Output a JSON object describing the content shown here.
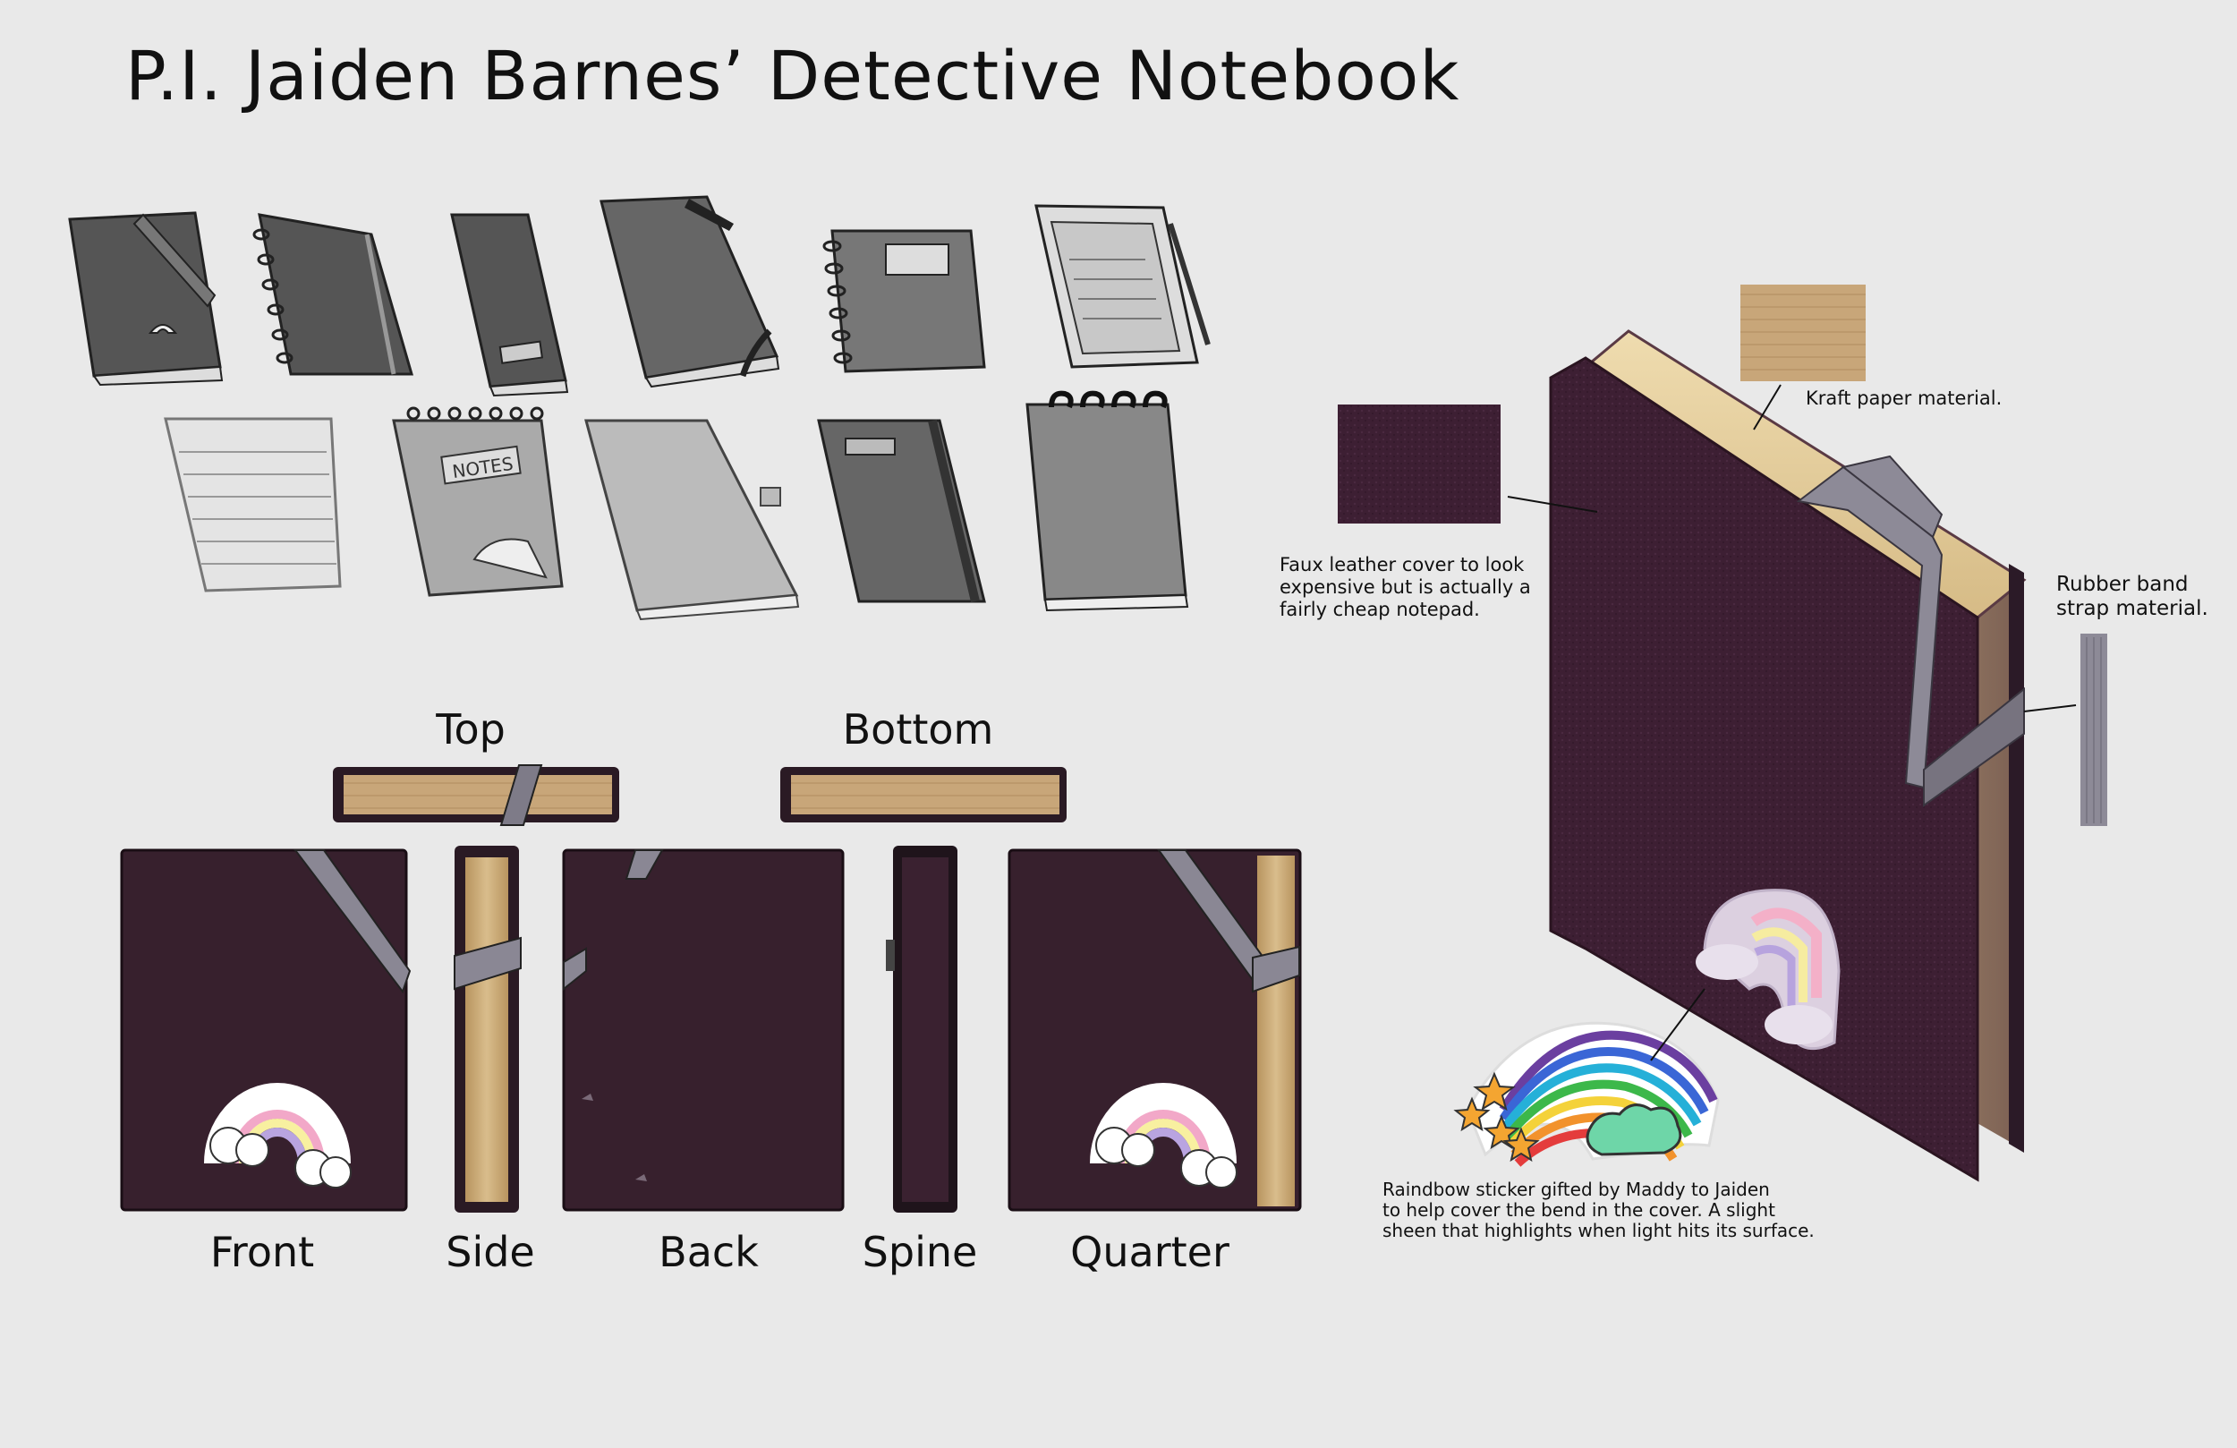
{
  "page": {
    "title": "P.I. Jaiden Barnes’ Detective Notebook"
  },
  "views": {
    "top": "Top",
    "bottom": "Bottom",
    "front": "Front",
    "side": "Side",
    "back": "Back",
    "spine": "Spine",
    "quarter": "Quarter"
  },
  "thumbnails": {
    "notes_label": "NOTES"
  },
  "annotations": {
    "kraft": "Kraft paper material.",
    "faux_leather_1": "Faux leather cover to look",
    "faux_leather_2": "expensive but is actually a",
    "faux_leather_3": "fairly cheap notepad.",
    "rubber_1": "Rubber band",
    "rubber_2": "strap material.",
    "sticker_1": "Raindbow sticker gifted by Maddy to Jaiden",
    "sticker_2": "to help cover the bend in the cover. A slight",
    "sticker_3": "sheen that highlights when light hits its surface."
  },
  "colors": {
    "background": "#e9e9e9",
    "cover": "#3a1f2e",
    "kraft": "#c9a97a",
    "strap": "#8a8894"
  }
}
